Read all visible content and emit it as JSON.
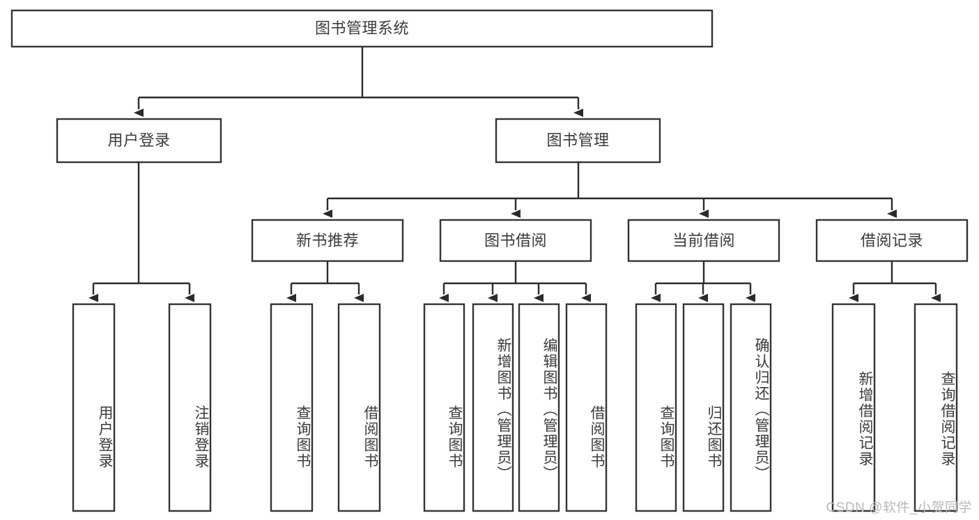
{
  "diagram": {
    "title": "图书管理系统",
    "type": "hierarchy-tree",
    "watermark": "CSDN @软件_小贺同学",
    "colors": {
      "background": "#ffffff",
      "box_fill": "#ffffff",
      "box_stroke": "#333333",
      "connector": "#2b2b2b",
      "text": "#3a3a3a",
      "watermark": "#b9b9b9"
    },
    "levels": [
      {
        "level": 1,
        "nodes": [
          {
            "id": "root",
            "label": "图书管理系统",
            "orientation": "horizontal"
          }
        ]
      },
      {
        "level": 2,
        "nodes": [
          {
            "id": "user-login",
            "label": "用户登录",
            "orientation": "horizontal",
            "parent": "root"
          },
          {
            "id": "book-manage",
            "label": "图书管理",
            "orientation": "horizontal",
            "parent": "root"
          }
        ]
      },
      {
        "level": 3,
        "nodes": [
          {
            "id": "new-book-rec",
            "label": "新书推荐",
            "orientation": "horizontal",
            "parent": "book-manage"
          },
          {
            "id": "book-borrow",
            "label": "图书借阅",
            "orientation": "horizontal",
            "parent": "book-manage"
          },
          {
            "id": "current-borrow",
            "label": "当前借阅",
            "orientation": "horizontal",
            "parent": "book-manage"
          },
          {
            "id": "borrow-record",
            "label": "借阅记录",
            "orientation": "horizontal",
            "parent": "book-manage"
          }
        ]
      },
      {
        "level": 4,
        "nodes": [
          {
            "id": "leaf-user-login",
            "label": "用户登录",
            "orientation": "vertical",
            "parent": "user-login"
          },
          {
            "id": "leaf-logout-login",
            "label": "注销登录",
            "orientation": "vertical",
            "parent": "user-login"
          },
          {
            "id": "leaf-query-book-1",
            "label": "查询图书",
            "orientation": "vertical",
            "parent": "new-book-rec"
          },
          {
            "id": "leaf-borrow-book-1",
            "label": "借阅图书",
            "orientation": "vertical",
            "parent": "new-book-rec"
          },
          {
            "id": "leaf-query-book-2",
            "label": "查询图书",
            "orientation": "vertical",
            "parent": "book-borrow"
          },
          {
            "id": "leaf-add-book",
            "label": "新增图书（管理员）",
            "orientation": "vertical",
            "parent": "book-borrow"
          },
          {
            "id": "leaf-edit-book",
            "label": "编辑图书（管理员）",
            "orientation": "vertical",
            "parent": "book-borrow"
          },
          {
            "id": "leaf-borrow-book-2",
            "label": "借阅图书",
            "orientation": "vertical",
            "parent": "book-borrow"
          },
          {
            "id": "leaf-query-book-3",
            "label": "查询图书",
            "orientation": "vertical",
            "parent": "current-borrow"
          },
          {
            "id": "leaf-return-book",
            "label": "归还图书",
            "orientation": "vertical",
            "parent": "current-borrow"
          },
          {
            "id": "leaf-confirm-return",
            "label": "确认归还（管理员）",
            "orientation": "vertical",
            "parent": "current-borrow"
          },
          {
            "id": "leaf-add-record",
            "label": "新增借阅记录",
            "orientation": "vertical",
            "parent": "borrow-record"
          },
          {
            "id": "leaf-query-record",
            "label": "查询借阅记录",
            "orientation": "vertical",
            "parent": "borrow-record"
          }
        ]
      }
    ],
    "node_labels": {
      "root": "图书管理系统",
      "user_login": "用户登录",
      "book_manage": "图书管理",
      "new_book_rec": "新书推荐",
      "book_borrow": "图书借阅",
      "current_borrow": "当前借阅",
      "borrow_record": "借阅记录",
      "leaf_user_login": "用户登录",
      "leaf_logout_login": "注销登录",
      "leaf_query_book_1": "查询图书",
      "leaf_borrow_book_1": "借阅图书",
      "leaf_query_book_2": "查询图书",
      "leaf_add_book": "新增图书（管理员）",
      "leaf_edit_book": "编辑图书（管理员）",
      "leaf_borrow_book_2": "借阅图书",
      "leaf_query_book_3": "查询图书",
      "leaf_return_book": "归还图书",
      "leaf_confirm_return": "确认归还（管理员）",
      "leaf_add_record": "新增借阅记录",
      "leaf_query_record": "查询借阅记录"
    }
  }
}
